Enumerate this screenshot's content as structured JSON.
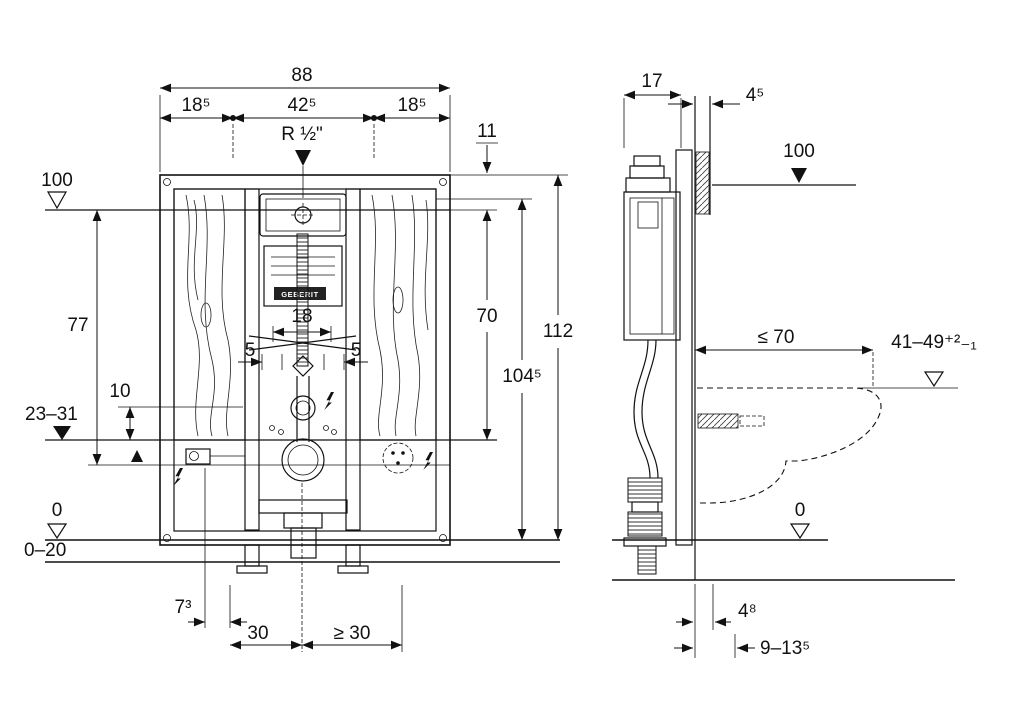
{
  "front": {
    "width_total": "88",
    "offset_left": "18⁵",
    "offset_center": "42⁵",
    "offset_right": "18⁵",
    "water_supply": "R ½\"",
    "dim_top": "11",
    "level_100": "100",
    "dim_77": "77",
    "dim_10": "10",
    "level_outlet": "23–31",
    "level_0": "0",
    "floor_range": "0–20",
    "dim_foot": "7³",
    "dim_30": "30",
    "dim_ge30": "≥ 30",
    "dim_18": "18",
    "dim_5_left": "5",
    "dim_5_right": "5",
    "dim_70": "70",
    "dim_1045": "104⁵",
    "dim_112": "112",
    "brand": "GEBERIT"
  },
  "side": {
    "dim_17": "17",
    "dim_45": "4⁵",
    "level_100": "100",
    "dim_le70": "≤ 70",
    "dim_4149": "41–49⁺²₋₁",
    "level_0": "0",
    "dim_48": "4⁸",
    "dim_9135": "9–13⁵"
  }
}
